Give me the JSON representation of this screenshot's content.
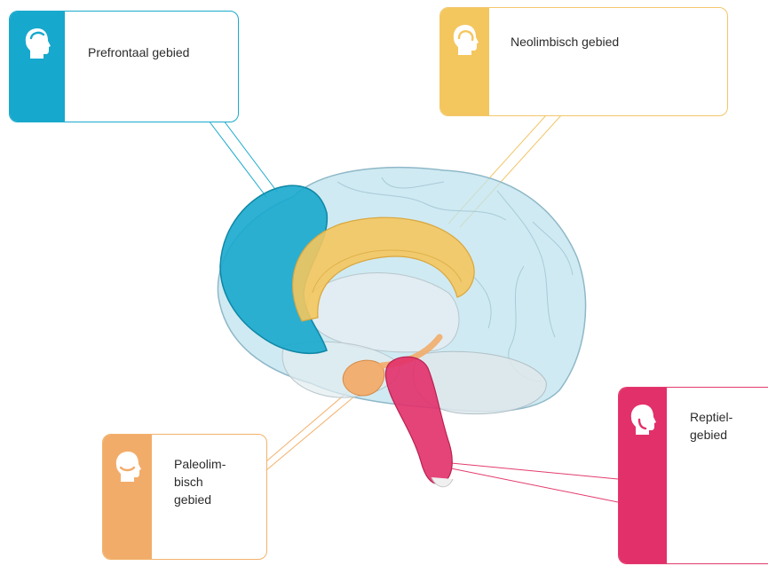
{
  "regions": {
    "prefrontal": {
      "label": "Prefrontaal gebied",
      "color": "#17a8cd"
    },
    "neolimbic": {
      "label": "Neolimbisch gebied",
      "color": "#f4c65e"
    },
    "paleolimbic": {
      "label": "Paleolim-\nbisch\ngebied",
      "color": "#f2ac6a"
    },
    "reptilian": {
      "label": "Reptiel-\ngebied",
      "color": "#e2306a"
    }
  },
  "icons": {
    "region_icon": "head-profile-icon"
  },
  "brain": {
    "base_color": "#bfe3ee"
  }
}
